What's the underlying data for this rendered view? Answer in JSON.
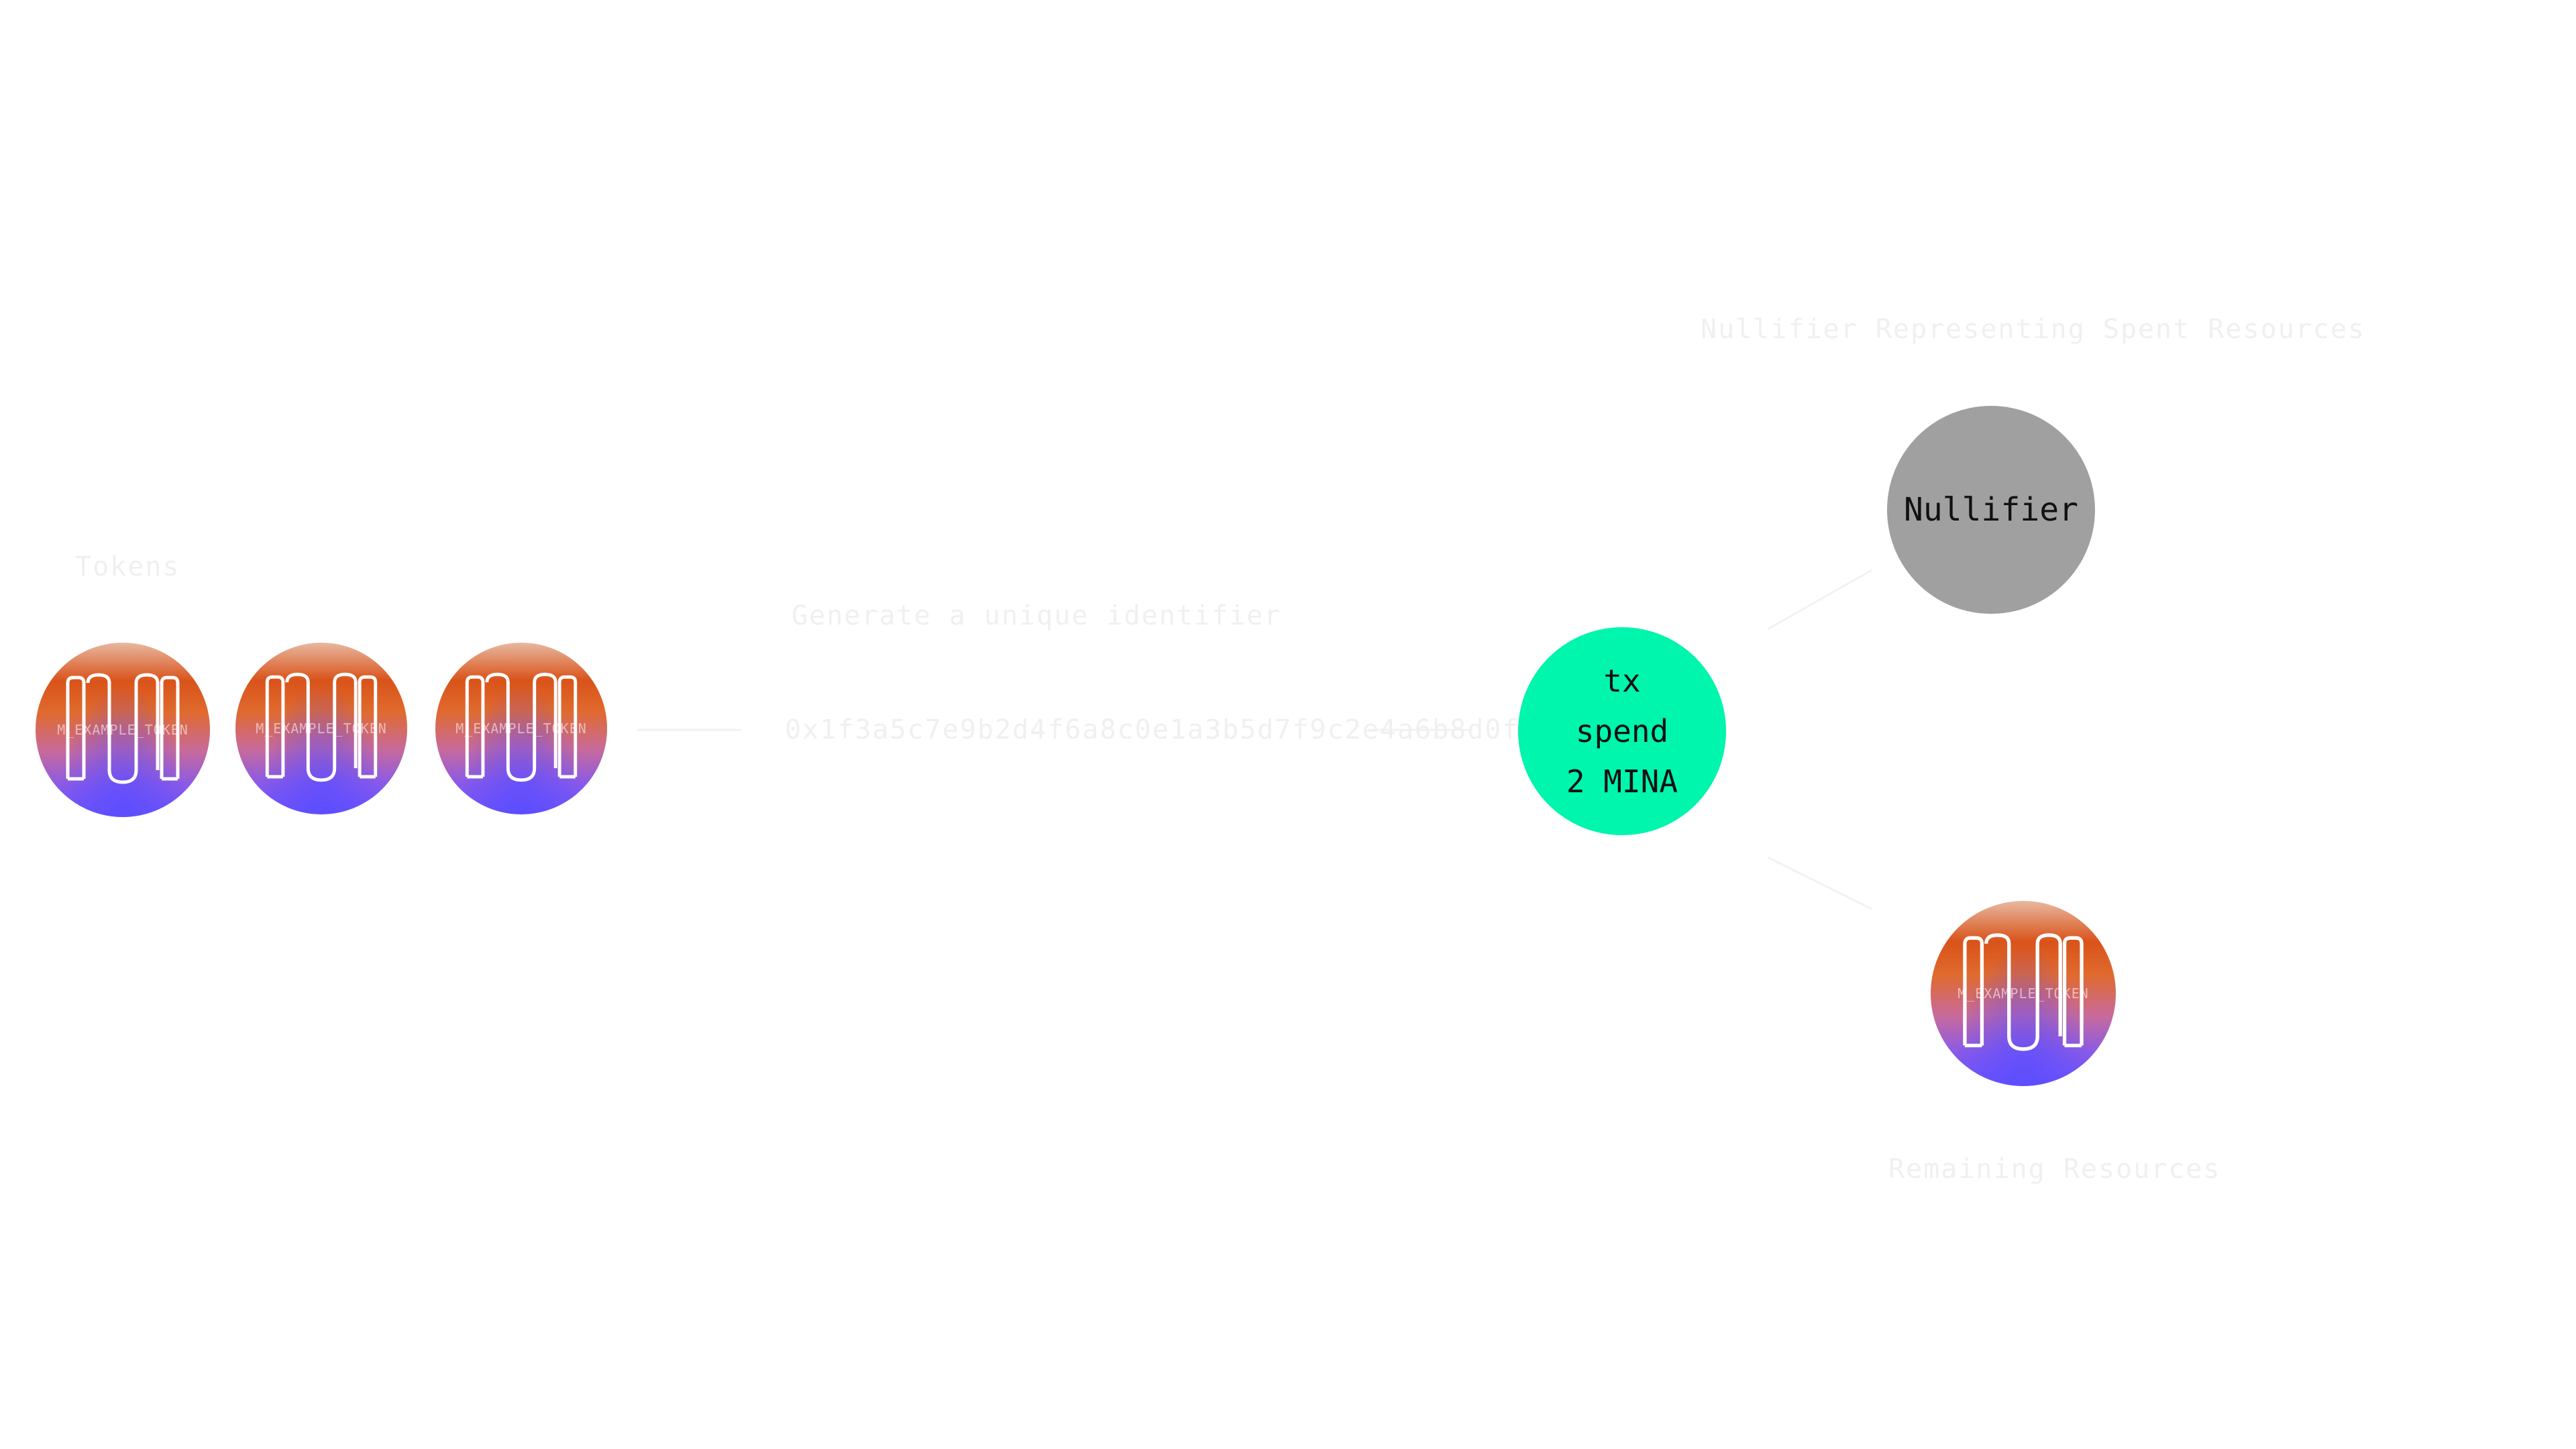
{
  "labels": {
    "tokens": "Tokens",
    "generate": "Generate a unique identifier",
    "hash": "0x1f3a5c7e9b2d4f6a8c0e1a3b5d7f9c2e4a6b8d0f",
    "nullifier_set": "Nullifier Representing Spent Resources",
    "remaining": "Remaining Resources"
  },
  "tx_node": {
    "line1": "tx",
    "line2": "spend",
    "line3": "2 MINA"
  },
  "nullifier_node": {
    "label": "Nullifier"
  },
  "coin": {
    "text": "M_EXAMPLE_TOKEN"
  },
  "colors": {
    "tx": "#00f5ad",
    "nullifier": "#a0a0a0",
    "faint_text": "#f0f0f0",
    "coin_top": "#d9531a",
    "coin_bottom": "#6a52ff"
  }
}
